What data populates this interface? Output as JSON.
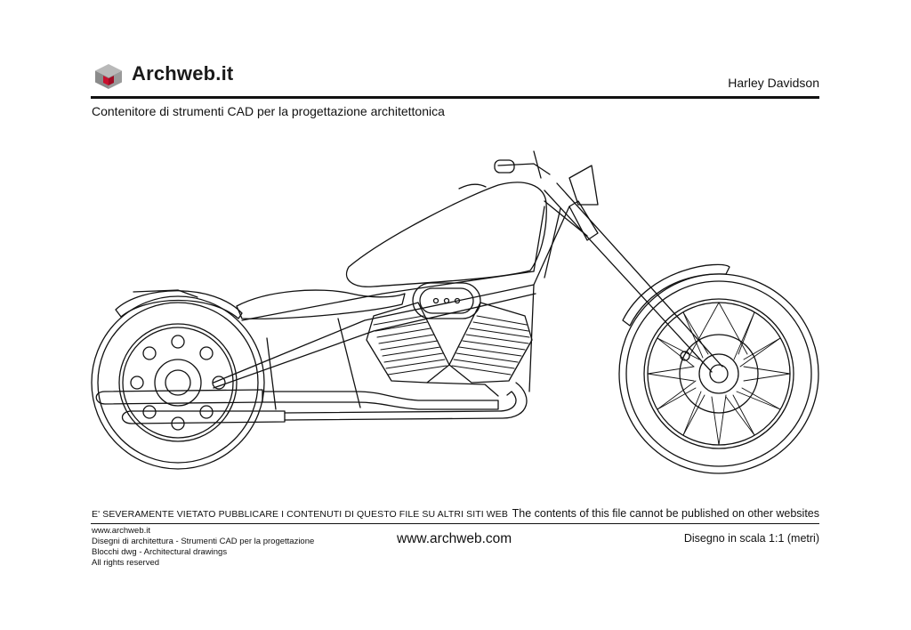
{
  "header": {
    "brand": "Archweb.it",
    "drawing_title": "Harley Davidson",
    "subtitle": "Contenitore di strumenti CAD per la progettazione architettonica"
  },
  "footer": {
    "warning_it": "E' SEVERAMENTE VIETATO PUBBLICARE I CONTENUTI DI QUESTO FILE SU ALTRI SITI WEB",
    "warning_en": "The contents of this file cannot be published on other websites",
    "info_lines": [
      "www.archweb.it",
      "Disegni di architettura - Strumenti CAD  per la progettazione",
      "Blocchi dwg - Architectural drawings",
      "All rights reserved"
    ],
    "center_url": "www.archweb.com",
    "scale": "Disegno in scala 1:1 (metri)"
  },
  "colors": {
    "logo_top": "#b9b9b9",
    "logo_left": "#8a8a8a",
    "logo_right": "#c8102e",
    "line": "#111111"
  },
  "icons": {
    "logo": "archweb-cube-icon"
  }
}
